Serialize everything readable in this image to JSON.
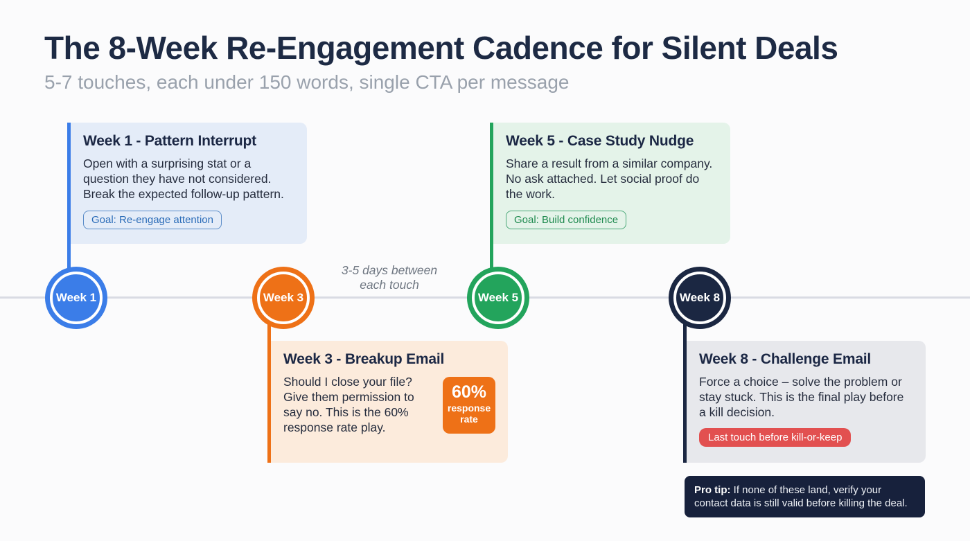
{
  "header": {
    "title": "The 8-Week Re-Engagement Cadence for Silent Deals",
    "subtitle": "5-7 touches, each under 150 words, single CTA per message"
  },
  "timeline": {
    "gap_note": "3-5 days between each touch",
    "milestones": [
      {
        "label": "Week 1",
        "color": "#3b7de8"
      },
      {
        "label": "Week 3",
        "color": "#ee7117"
      },
      {
        "label": "Week 5",
        "color": "#23a45c"
      },
      {
        "label": "Week 8",
        "color": "#1b2742"
      }
    ]
  },
  "cards": [
    {
      "title": "Week 1 - Pattern Interrupt",
      "body": "Open with a surprising stat or a question they have not considered. Break the expected follow-up pattern.",
      "badge": "Goal: Re-engage attention",
      "accent_color": "#3b7de8",
      "background_color": "#e4ecf8"
    },
    {
      "title": "Week 3 - Breakup Email",
      "body": "Should I close your file? Give them permission to say no. This is the 60% response rate play.",
      "stat_value": "60%",
      "stat_label": "response rate",
      "accent_color": "#ee7117",
      "background_color": "#fcebdc"
    },
    {
      "title": "Week 5 - Case Study Nudge",
      "body": "Share a result from a similar company. No ask attached. Let social proof do the work.",
      "badge": "Goal: Build confidence",
      "accent_color": "#23a45c",
      "background_color": "#e4f3e9"
    },
    {
      "title": "Week 8 - Challenge Email",
      "body": "Force a choice – solve the problem or stay stuck. This is the final play before a kill decision.",
      "badge": "Last touch before kill-or-keep",
      "accent_color": "#1b2742",
      "background_color": "#e7e8ec"
    }
  ],
  "pro_tip": {
    "label": "Pro tip:",
    "text": " If none of these land, verify your contact data is still valid before killing the deal."
  }
}
